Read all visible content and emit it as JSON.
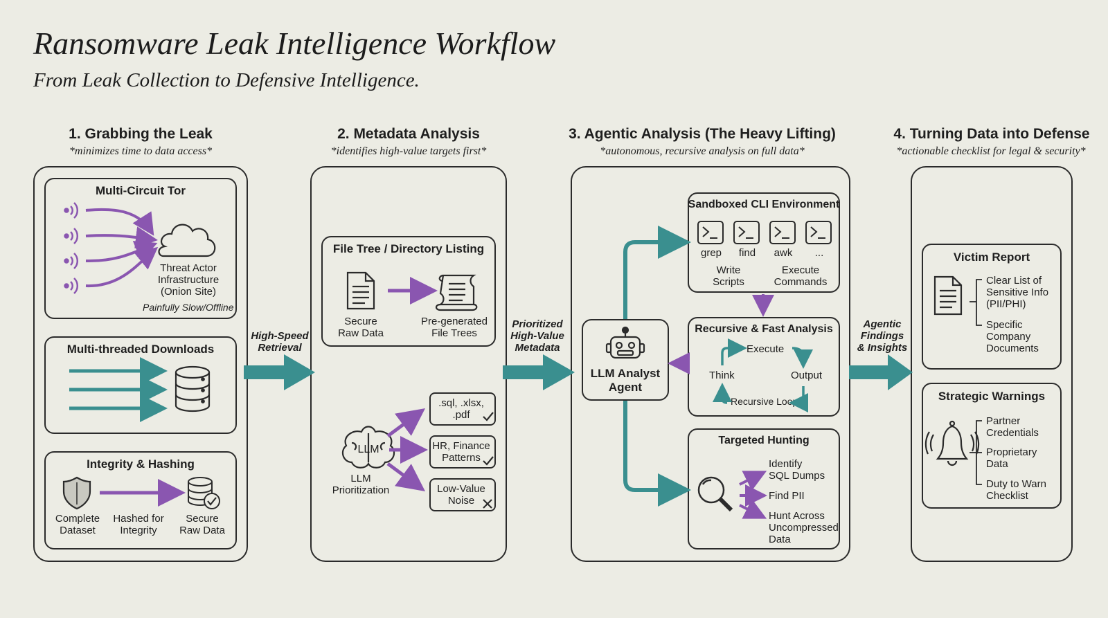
{
  "title": "Ransomware Leak Intelligence Workflow",
  "subtitle": "From Leak Collection to Defensive Intelligence.",
  "colors": {
    "background": "#ecece4",
    "purple": "#8a56b0",
    "teal": "#3a8f8f",
    "ink": "#2b2b2b"
  },
  "sections": [
    {
      "title": "1. Grabbing the Leak",
      "note": "*minimizes time to data access*",
      "tor": {
        "title": "Multi-Circuit Tor",
        "target": [
          "Threat Actor",
          "Infrastructure",
          "(Onion Site)"
        ],
        "status": "Painfully Slow/Offline"
      },
      "downloads": {
        "title": "Multi-threaded Downloads"
      },
      "integrity": {
        "title": "Integrity & Hashing",
        "items": [
          [
            "Complete",
            "Dataset"
          ],
          [
            "Hashed for",
            "Integrity"
          ],
          [
            "Secure",
            "Raw Data"
          ]
        ]
      }
    },
    {
      "title": "2. Metadata Analysis",
      "note": "*identifies high-value targets first*",
      "tree": {
        "title": "File Tree / Directory Listing",
        "from": [
          "Secure",
          "Raw Data"
        ],
        "to": [
          "Pre-generated",
          "File Trees"
        ]
      },
      "llm": {
        "icon_text": "LLM",
        "label": [
          "LLM",
          "Prioritization"
        ],
        "outputs": [
          [
            ".sql, .xlsx,",
            ".pdf"
          ],
          [
            "HR, Finance",
            "Patterns"
          ],
          [
            "Low-Value",
            "Noise"
          ]
        ]
      }
    },
    {
      "title": "3. Agentic Analysis (The Heavy Lifting)",
      "note": "*autonomous, recursive analysis on full data*",
      "agent": [
        "LLM Analyst",
        "Agent"
      ],
      "cli": {
        "title": "Sandboxed CLI Environment",
        "commands": [
          "grep",
          "find",
          "awk",
          "..."
        ],
        "actions": [
          [
            "Write",
            "Scripts"
          ],
          [
            "Execute",
            "Commands"
          ]
        ]
      },
      "recursive": {
        "title": "Recursive & Fast Analysis",
        "steps": [
          "Execute",
          "Think",
          "Output",
          "Recursive Loop"
        ]
      },
      "hunting": {
        "title": "Targeted Hunting",
        "items": [
          [
            "Identify",
            "SQL Dumps"
          ],
          [
            "Find PII"
          ],
          [
            "Hunt Across",
            "Uncompressed",
            "Data"
          ]
        ]
      }
    },
    {
      "title": "4. Turning Data into Defense",
      "note": "*actionable checklist for legal & security*",
      "victim": {
        "title": "Victim Report",
        "items": [
          [
            "Clear List of",
            "Sensitive Info",
            "(PII/PHI)"
          ],
          [
            "Specific",
            "Company",
            "Documents"
          ]
        ]
      },
      "warnings": {
        "title": "Strategic Warnings",
        "items": [
          [
            "Partner",
            "Credentials"
          ],
          [
            "Proprietary",
            "Data"
          ],
          [
            "Duty to Warn",
            "Checklist"
          ]
        ]
      }
    }
  ],
  "connectors": [
    [
      "High-Speed",
      "Retrieval"
    ],
    [
      "Prioritized",
      "High-Value",
      "Metadata"
    ],
    [
      "Agentic",
      "Findings",
      "& Insights"
    ]
  ]
}
